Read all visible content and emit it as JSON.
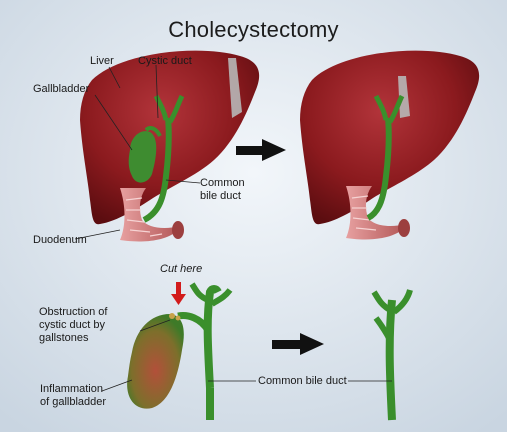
{
  "title": "Cholecystectomy",
  "labels": {
    "liver": "Liver",
    "cystic_duct": "Cystic duct",
    "gallbladder": "Gallbladder",
    "common_bile_duct_top": "Common\nbile duct",
    "duodenum": "Duodenum",
    "cut_here": "Cut here",
    "obstruction": "Obstruction of\ncystic duct by\ngallstones",
    "inflammation": "Inflammation\nof gallbladder",
    "common_bile_duct_bottom": "Common bile duct"
  },
  "colors": {
    "background_start": "#e8eef4",
    "background_end": "#cdd8e3",
    "liver": "#8b1a1e",
    "duct": "#3a8f2c",
    "gallbladder_inflamed": "#7a6a2a",
    "duodenum": "#d98a8a",
    "arrow": "#111111",
    "cut_arrow": "#d21b1b"
  },
  "icons": [
    "right-arrow-icon",
    "down-arrow-icon"
  ]
}
